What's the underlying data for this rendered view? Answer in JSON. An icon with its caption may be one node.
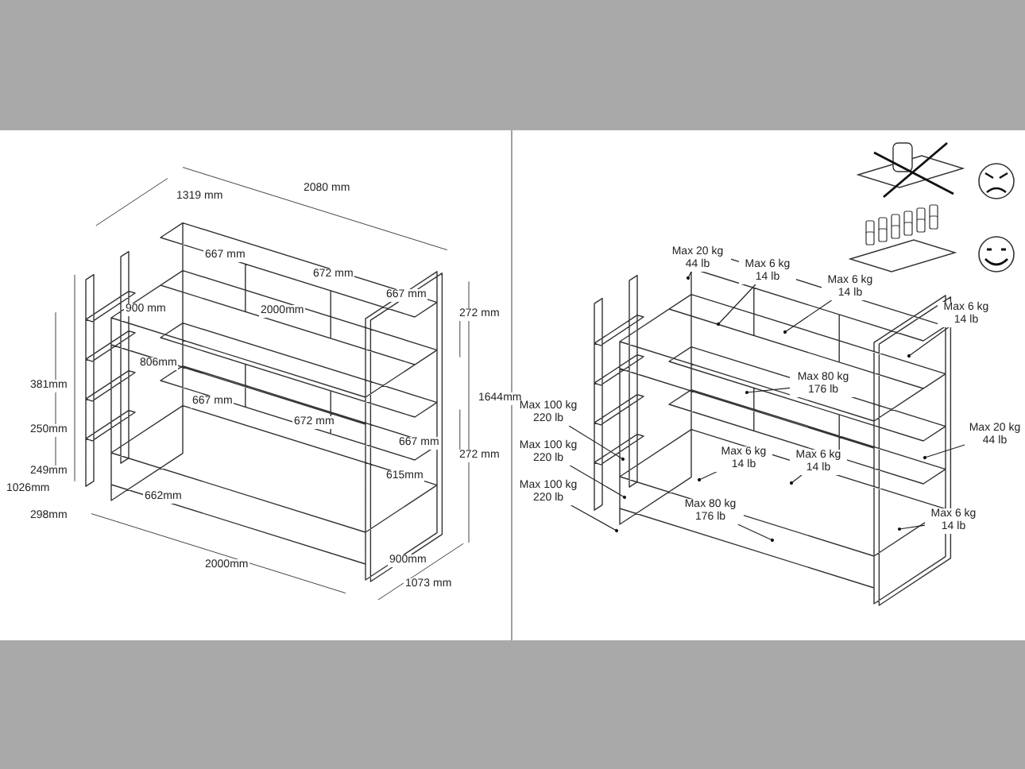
{
  "diagram": {
    "nodes": [
      {
        "text": [
          "Max 20 kg 44 lb"
        ]
      },
      {
        "text": [
          "Max 6 kg 14 lb"
        ]
      },
      {
        "text": [
          "Max 6 kg 14 lb"
        ]
      },
      {
        "text": [
          "Max 6 kg 14 lb"
        ]
      },
      {
        "text": [
          "Max 80 kg 176 lb"
        ]
      },
      {
        "text": [
          "Max 100 kg 220 lb"
        ]
      },
      {
        "text": [
          "Max 6 kg 14 lb"
        ]
      },
      {
        "text": [
          "Max 20 kg 44 lb"
        ]
      },
      {
        "text": [
          "Max 100 kg 220 lb"
        ]
      },
      {
        "text": [
          "Max 6 kg 14 lb"
        ]
      },
      {
        "text": [
          "Max 6 kg 14 lb"
        ]
      },
      {
        "text": [
          "Max 100 kg 220 lb"
        ]
      },
      {
        "text": [
          "Max 80 kg 176 lb"
        ]
      }
    ],
    "edges": [
      {
        "from": 0,
        "to": null,
        "arrow": "other"
      },
      {
        "from": 1,
        "to": null,
        "arrow": "other"
      },
      {
        "from": 2,
        "to": null,
        "arrow": "other"
      },
      {
        "from": 3,
        "to": null,
        "arrow": "other"
      },
      {
        "from": 4,
        "to": null,
        "arrow": "other"
      },
      {
        "from": 5,
        "to": null,
        "arrow": "other"
      },
      {
        "from": 6,
        "to": null,
        "arrow": "other"
      },
      {
        "from": 7,
        "to": null,
        "arrow": "other"
      },
      {
        "from": 8,
        "to": null,
        "arrow": "other"
      },
      {
        "from": 9,
        "to": null,
        "arrow": "other"
      },
      {
        "from": 10,
        "to": null,
        "arrow": "other"
      },
      {
        "from": 11,
        "to": null,
        "arrow": "other"
      },
      {
        "from": 12,
        "to": null,
        "arrow": "other"
      }
    ],
    "labels": [
      "2080 mm",
      "1319 mm",
      "667 mm",
      "672 mm",
      "667 mm",
      "900 mm",
      "2000mm",
      "272 mm",
      "806mm",
      "381mm",
      "1644mm",
      "667 mm",
      "672 mm",
      "667 mm",
      "250mm",
      "272 mm",
      "249mm",
      "1026mm",
      "615mm",
      "298mm",
      "662mm",
      "2000mm",
      "900mm",
      "1073 mm"
    ]
  }
}
